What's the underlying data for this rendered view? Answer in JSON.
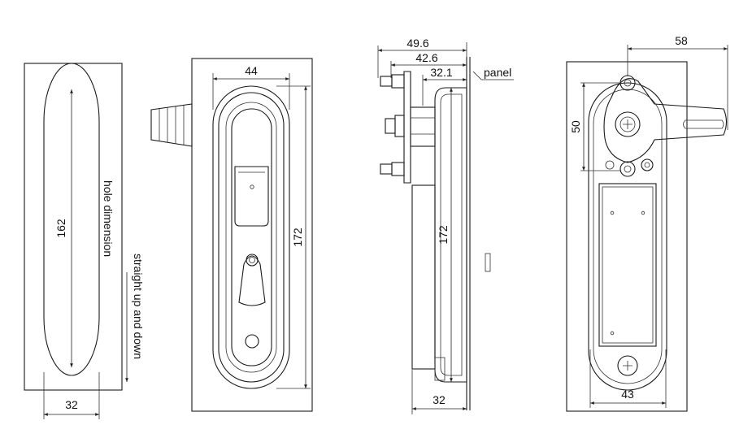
{
  "views": {
    "hole": {
      "height_label": "162",
      "width_label": "32",
      "note": "hole dimension",
      "arrow_note": "straight up and down"
    },
    "front": {
      "width_label": "44",
      "height_label": "172"
    },
    "side": {
      "dim1": "49.6",
      "dim2": "42.6",
      "dim3": "32.1",
      "panel_label": "panel",
      "height_label": "172",
      "bottom_label": "32"
    },
    "back": {
      "arm_label": "58",
      "pivot_label": "50",
      "width_label": "43"
    }
  }
}
